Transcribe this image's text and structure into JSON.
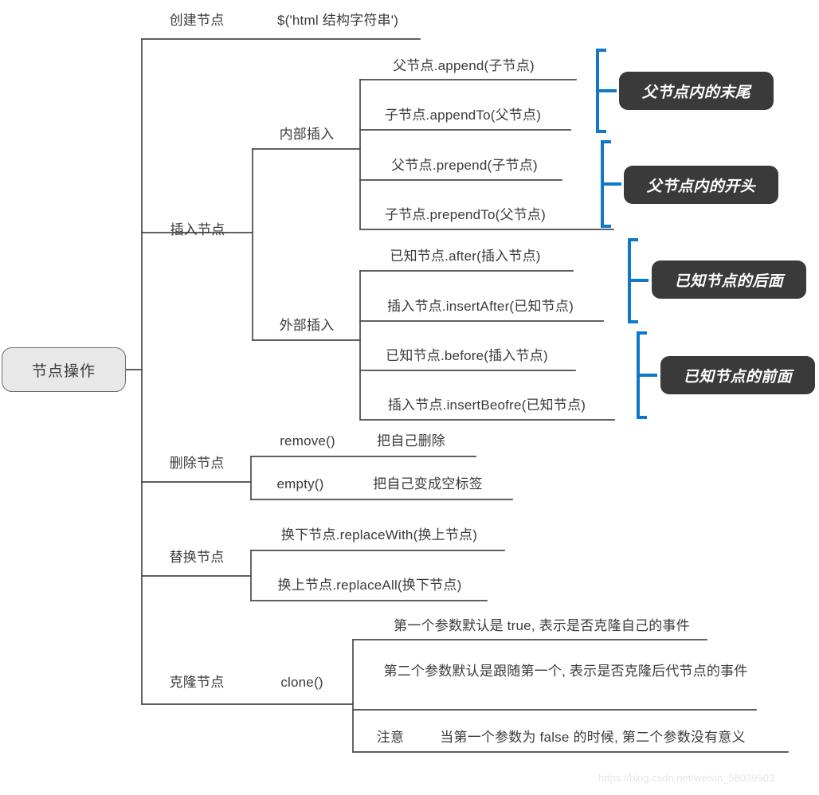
{
  "diagram": {
    "title": "节点操作",
    "root_label": "节点操作",
    "watermark": "https://blog.csdn.net/weixin_58099903",
    "colors": {
      "line": "#4a4a4a",
      "bracket_blue": "#1177c9",
      "tag_bg": "#3a3a3a",
      "tag_text": "#ffffff",
      "root_fill": "#e8e8e8",
      "root_stroke": "#6d6d6d",
      "text": "#3b3b3b",
      "watermark": "#e6e6e6"
    },
    "branches": [
      {
        "label": "创建节点",
        "items": [
          {
            "text": "$('html 结构字符串')"
          }
        ]
      },
      {
        "label": "插入节点",
        "groups": [
          {
            "label": "内部插入",
            "items": [
              {
                "text": "父节点.append(子节点)",
                "tag": "父节点内的末尾"
              },
              {
                "text": "子节点.appendTo(父节点)",
                "tag": "父节点内的末尾"
              },
              {
                "text": "父节点.prepend(子节点)",
                "tag": "父节点内的开头"
              },
              {
                "text": "子节点.prependTo(父节点)",
                "tag": "父节点内的开头"
              }
            ]
          },
          {
            "label": "外部插入",
            "items": [
              {
                "text": "已知节点.after(插入节点)",
                "tag": "已知节点的后面"
              },
              {
                "text": "插入节点.insertAfter(已知节点)",
                "tag": "已知节点的后面"
              },
              {
                "text": "已知节点.before(插入节点)",
                "tag": "已知节点的前面"
              },
              {
                "text": "插入节点.insertBeofre(已知节点)",
                "tag": "已知节点的前面"
              }
            ]
          }
        ]
      },
      {
        "label": "删除节点",
        "items": [
          {
            "method": "remove()",
            "desc": "把自己删除"
          },
          {
            "method": "empty()",
            "desc": "把自己变成空标签"
          }
        ]
      },
      {
        "label": "替换节点",
        "items": [
          {
            "text": "换下节点.replaceWith(换上节点)"
          },
          {
            "text": "换上节点.replaceAll(换下节点)"
          }
        ]
      },
      {
        "label": "克隆节点",
        "method": "clone()",
        "items": [
          {
            "text": "第一个参数默认是 true, 表示是否克隆自己的事件"
          },
          {
            "text": "第二个参数默认是跟随第一个, 表示是否克隆后代节点的事件"
          },
          {
            "label": "注意",
            "text": "当第一个参数为 false 的时候, 第二个参数没有意义"
          }
        ]
      }
    ],
    "tags": [
      {
        "text": "父节点内的末尾"
      },
      {
        "text": "父节点内的开头"
      },
      {
        "text": "已知节点的后面"
      },
      {
        "text": "已知节点的前面"
      }
    ]
  }
}
